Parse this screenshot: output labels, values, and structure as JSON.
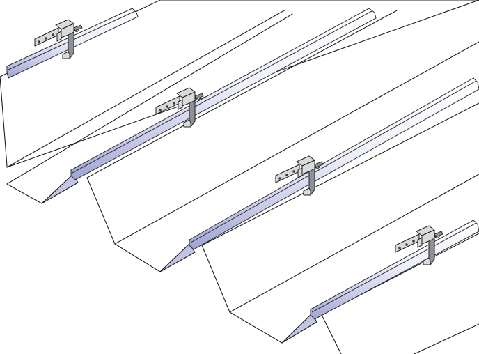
{
  "diagram": {
    "subject": "trapezoidal-roof-sheet-with-mounting-rails",
    "colors": {
      "background": "#ffffff",
      "line": "#1c1c1c",
      "sheet": "#ffffff",
      "rib_shade": "#c7c9e6",
      "rib_shade_dark": "#a9acd4",
      "rail_light": "#ffffff",
      "rail_mid": "#d6d8f0",
      "rail_dark": "#9fa3cf",
      "clamp_metal": "#d9dadc",
      "clamp_dark": "#8e9095"
    },
    "rails": [
      {
        "name": "rail-1",
        "clamp": "clamp-1"
      },
      {
        "name": "rail-2",
        "clamp": "clamp-2"
      },
      {
        "name": "rail-3",
        "clamp": "clamp-3"
      },
      {
        "name": "rail-4",
        "clamp": "clamp-4"
      }
    ],
    "clamp_icon": "rail-clamp-icon"
  }
}
